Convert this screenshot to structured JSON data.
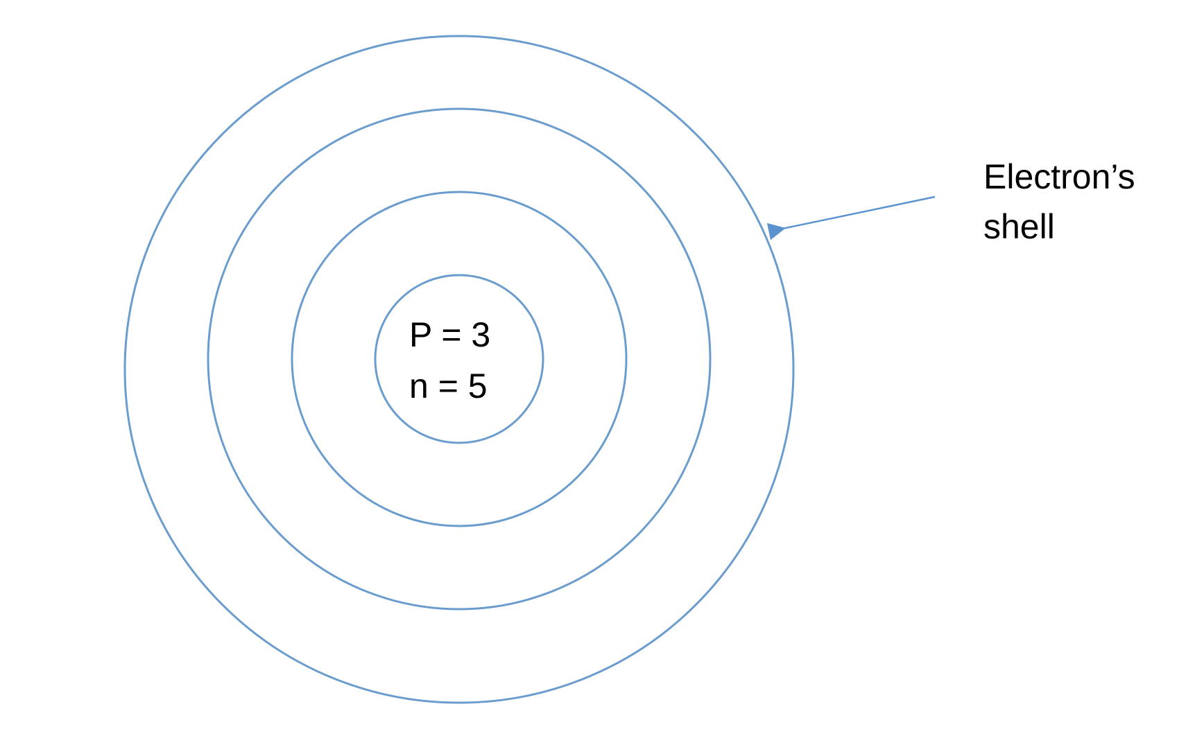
{
  "colors": {
    "shell_stroke": "#6a9ccd",
    "arrow": "#5b93cf",
    "text": "#000000",
    "background": "#ffffff"
  },
  "nucleus": {
    "protons_label": "P = 3",
    "neutrons_label": "n = 5"
  },
  "shell_label": {
    "line1": "Electron’s",
    "line2": "shell"
  },
  "shells": {
    "count": 4
  }
}
